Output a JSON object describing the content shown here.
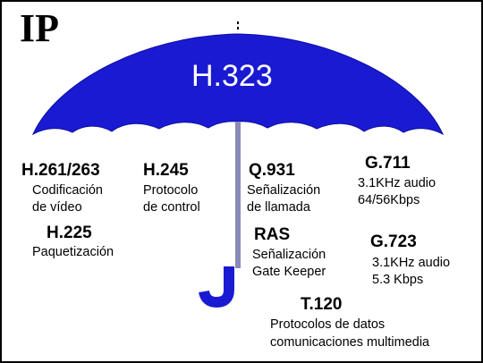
{
  "colors": {
    "umbrella": "#1a1ad2",
    "pole": "#8a8ab8",
    "text": "#000000",
    "canopy_text": "#ffffff",
    "background": "#ffffff"
  },
  "title": "IP",
  "canopy_label": "H.323",
  "groups": {
    "video": {
      "code": "H.261/263",
      "lines": [
        "Codificación",
        "de vídeo"
      ]
    },
    "packetization": {
      "code": "H.225",
      "lines": [
        "Paquetización"
      ]
    },
    "control": {
      "code": "H.245",
      "lines": [
        "Protocolo",
        "de control"
      ]
    },
    "call_signaling": {
      "code": "Q.931",
      "lines": [
        "Señalización",
        "de llamada"
      ]
    },
    "ras": {
      "code": "RAS",
      "lines": [
        "Señalización",
        "Gate Keeper"
      ]
    },
    "g711": {
      "code": "G.711",
      "lines": [
        "3.1KHz audio",
        "64/56Kbps"
      ]
    },
    "g723": {
      "code": "G.723",
      "lines": [
        "3.1KHz audio",
        "5.3 Kbps"
      ]
    },
    "t120": {
      "code": "T.120",
      "lines": [
        "Protocolos de datos",
        "comunicaciones multimedia"
      ]
    }
  }
}
